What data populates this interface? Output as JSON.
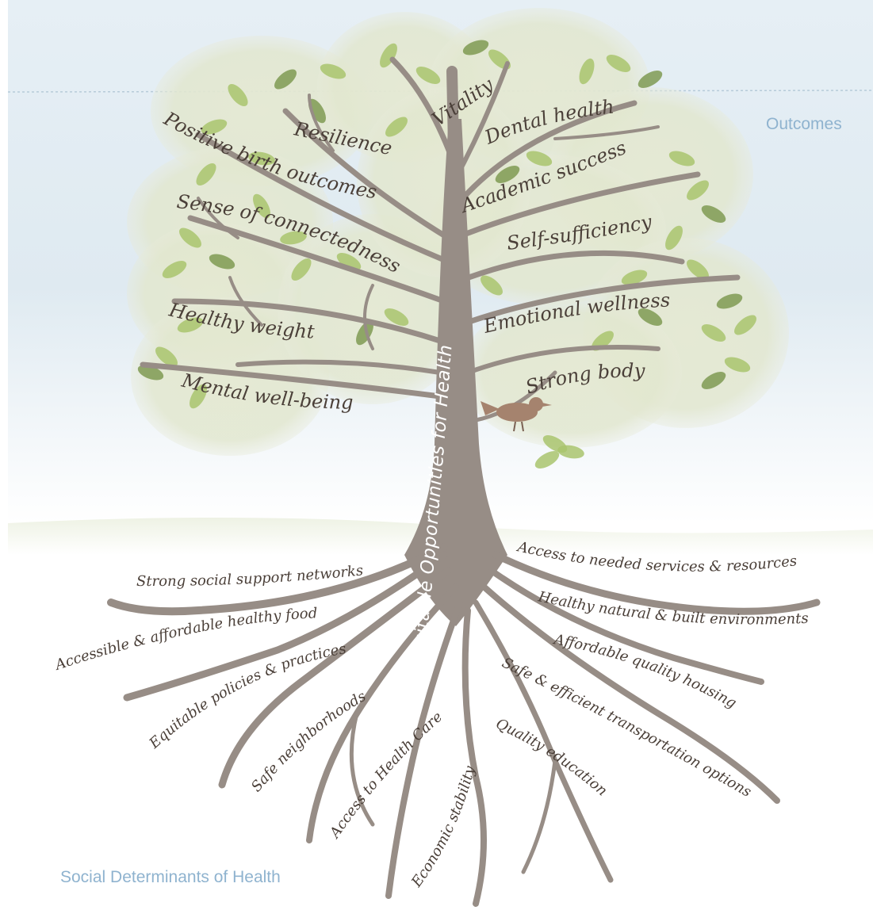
{
  "sections": {
    "outcomes": "Outcomes",
    "determinants": "Social Determinants of Health"
  },
  "trunk_label": "Equitable Opportunities for Health",
  "outcomes": [
    "Vitality",
    "Resilience",
    "Dental health",
    "Positive birth outcomes",
    "Academic success",
    "Sense of connectedness",
    "Self-sufficiency",
    "Healthy weight",
    "Emotional wellness",
    "Strong body",
    "Mental well-being"
  ],
  "determinants": [
    "Strong social support networks",
    "Access to needed services & resources",
    "Accessible & affordable healthy food",
    "Healthy natural & built environments",
    "Equitable policies & practices",
    "Affordable quality housing",
    "Safe neighborhoods",
    "Access to Health Care",
    "Safe & efficient transportation options",
    "Quality education",
    "Economic stability"
  ],
  "colors": {
    "sky": "#dde9f1",
    "foliage": "#e3e8cf",
    "leaf": "#a9c46d",
    "leaf_dark": "#7f9a52",
    "trunk": "#978d86",
    "text": "#4a3f38",
    "section_label": "#8fb3cf",
    "bird": "#a5836e"
  }
}
